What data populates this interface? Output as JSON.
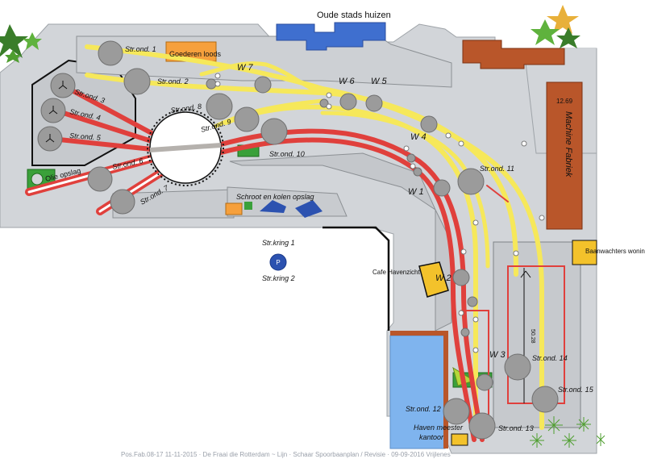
{
  "title": "Oude stads huizen",
  "buildings": {
    "goederen_loods": "Goederen loods",
    "machine_fabriek": "Machine Fabriek",
    "machine_fabriek_size": "12.69",
    "olie_opslag": "Olie opslag",
    "schroot": "Schroot en kolen opslag",
    "cafe": "Cafe Havenzicht",
    "baanwachters": "Baanwachters woning",
    "havenmeester_line1": "Haven meester",
    "havenmeester_line2": "kantoor",
    "dim_50": "50.28"
  },
  "circuit": {
    "line1": "Str.kring 1",
    "line2": "Str.kring 2",
    "badge": "P"
  },
  "substations": [
    {
      "id": "1",
      "label": "Str.ond. 1"
    },
    {
      "id": "2",
      "label": "Str.ond. 2"
    },
    {
      "id": "3",
      "label": "Str.ond. 3"
    },
    {
      "id": "4",
      "label": "Str.ond. 4"
    },
    {
      "id": "5",
      "label": "Str.ond. 5"
    },
    {
      "id": "6",
      "label": "Str.ond. 6"
    },
    {
      "id": "7",
      "label": "Str.ond. 7"
    },
    {
      "id": "8",
      "label": "Str.ond. 8"
    },
    {
      "id": "9",
      "label": "Str.ond. 9"
    },
    {
      "id": "10",
      "label": "Str.ond. 10"
    },
    {
      "id": "11",
      "label": "Str.ond. 11"
    },
    {
      "id": "12",
      "label": "Str.ond. 12"
    },
    {
      "id": "13",
      "label": "Str.ond. 13"
    },
    {
      "id": "14",
      "label": "Str.ond. 14"
    },
    {
      "id": "15",
      "label": "Str.ond. 15"
    }
  ],
  "switches": [
    {
      "id": "w1",
      "label": "W 1"
    },
    {
      "id": "w2",
      "label": "W 2"
    },
    {
      "id": "w3",
      "label": "W 3"
    },
    {
      "id": "w4",
      "label": "W 4"
    },
    {
      "id": "w5",
      "label": "W 5"
    },
    {
      "id": "w6",
      "label": "W 6"
    },
    {
      "id": "w7",
      "label": "W 7"
    }
  ],
  "footer": "Pos.Fab.08-17 11-11-2015 · De Fraai die Rotterdam ~ Lijn · Schaar Spoorbaanplan / Revisie · 09-09-2016 Vrijlenes",
  "colors": {
    "ground": "#d2d5d9",
    "track_yellow": "#f6e85a",
    "track_red": "#e0403c",
    "building_blue": "#3f6fcf",
    "brick": "#b9562a",
    "water": "#7fb4ee",
    "green": "#3aa03a",
    "cafe_yellow": "#f3c22b",
    "turntable_rail": "#b5b1ad"
  }
}
